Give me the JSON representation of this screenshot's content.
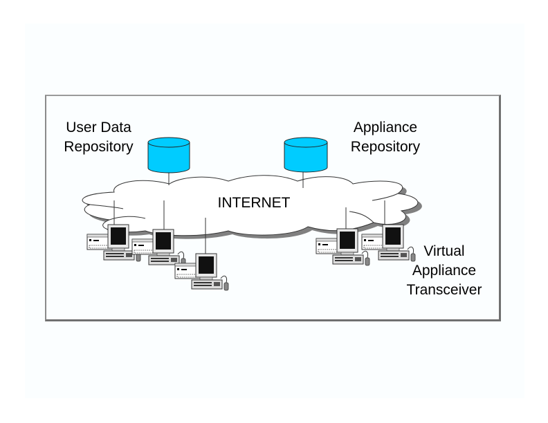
{
  "diagram": {
    "type": "network-architecture",
    "colors": {
      "repository_fill": "#00ccff",
      "frame_border": "#707070",
      "cloud_shadow": "#808080",
      "background": "#fbfeff"
    },
    "labels": {
      "user_data_repository": [
        "User Data",
        "Repository"
      ],
      "appliance_repository": [
        "Appliance",
        "Repository"
      ],
      "internet": "INTERNET",
      "virtual_appliance_transceiver": [
        "Virtual",
        "Appliance",
        "Transceiver"
      ]
    },
    "nodes": [
      {
        "id": "user-data-repository",
        "kind": "database",
        "icon": "database-cylinder-icon"
      },
      {
        "id": "appliance-repository",
        "kind": "database",
        "icon": "database-cylinder-icon"
      },
      {
        "id": "internet",
        "kind": "cloud",
        "icon": "cloud-icon"
      },
      {
        "id": "user-pc-1",
        "kind": "computer",
        "icon": "desktop-computer-icon"
      },
      {
        "id": "user-pc-2",
        "kind": "computer",
        "icon": "desktop-computer-icon"
      },
      {
        "id": "user-pc-3",
        "kind": "computer",
        "icon": "desktop-computer-icon"
      },
      {
        "id": "transceiver-pc-1",
        "kind": "computer",
        "icon": "desktop-computer-icon"
      },
      {
        "id": "transceiver-pc-2",
        "kind": "computer",
        "icon": "desktop-computer-icon"
      }
    ],
    "edges": [
      [
        "user-data-repository",
        "internet"
      ],
      [
        "appliance-repository",
        "internet"
      ],
      [
        "user-pc-1",
        "internet"
      ],
      [
        "user-pc-2",
        "internet"
      ],
      [
        "user-pc-3",
        "internet"
      ],
      [
        "transceiver-pc-1",
        "internet"
      ],
      [
        "transceiver-pc-2",
        "internet"
      ]
    ]
  }
}
